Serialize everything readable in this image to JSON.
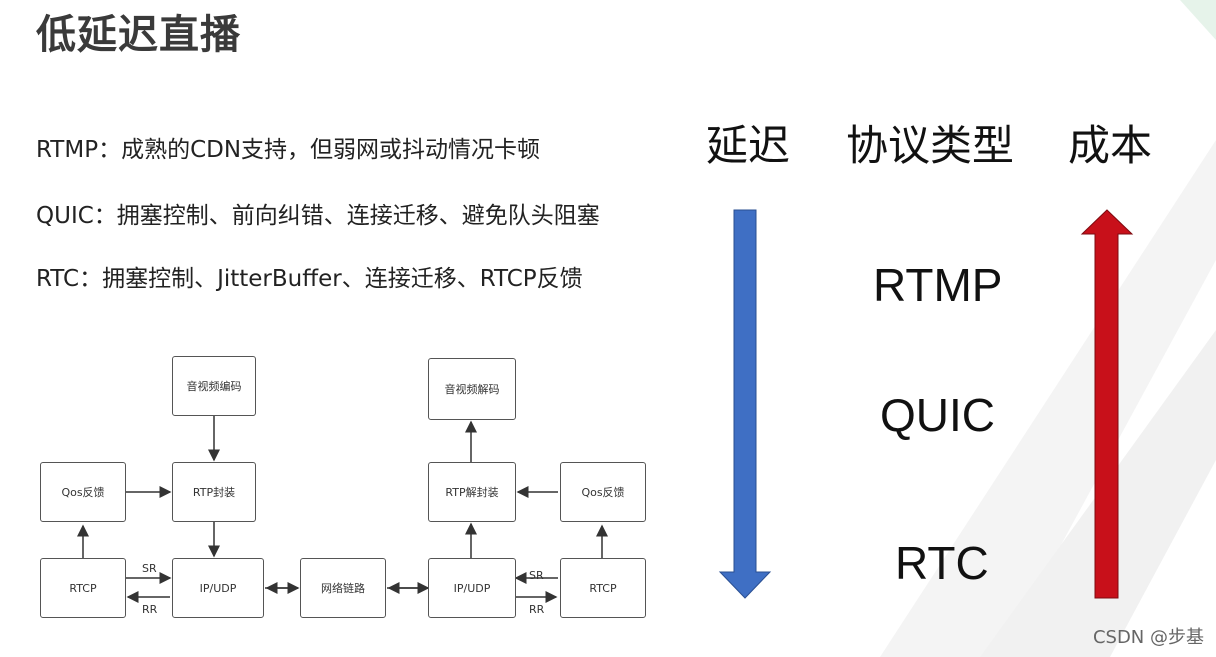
{
  "slide": {
    "title": "低延迟直播",
    "bullets": [
      "RTMP：成熟的CDN支持，但弱网或抖动情况卡顿",
      "QUIC：拥塞控制、前向纠错、连接迁移、避免队头阻塞",
      "RTC：拥塞控制、JitterBuffer、连接迁移、RTCP反馈"
    ],
    "columns": [
      "延迟",
      "协议类型",
      "成本"
    ],
    "protocols": [
      "RTMP",
      "QUIC",
      "RTC"
    ],
    "arrows": {
      "latency_color": "#3f6fc4",
      "cost_color": "#c8101a"
    }
  },
  "diagram": {
    "sender": {
      "encode": "音视频编码",
      "rtp_pack": "RTP封装",
      "qos": "Qos反馈",
      "rtcp": "RTCP",
      "ipudp": "IP/UDP"
    },
    "network": "网络链路",
    "receiver": {
      "decode": "音视频解码",
      "rtp_unpack": "RTP解封装",
      "qos": "Qos反馈",
      "rtcp": "RTCP",
      "ipudp": "IP/UDP"
    },
    "labels": {
      "sr": "SR",
      "rr": "RR"
    }
  },
  "watermark": "CSDN @步基"
}
